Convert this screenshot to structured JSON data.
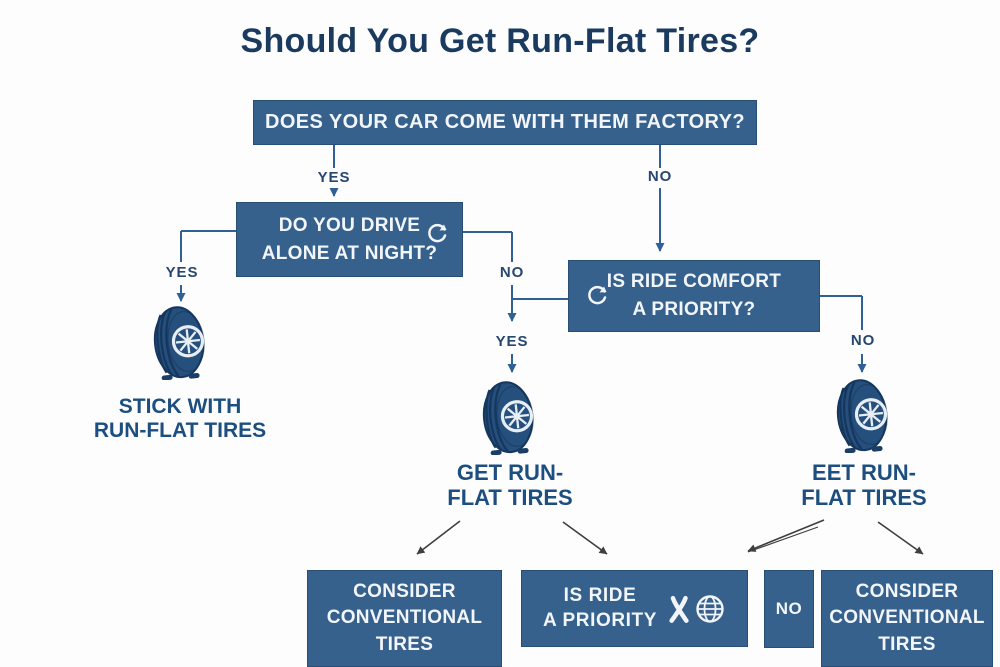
{
  "title": "Should You Get Run-Flat Tires?",
  "colors": {
    "background": "#FDFDFD",
    "box_fill": "#35618C",
    "box_text": "#F2F5F9",
    "title_text": "#1B3A5F",
    "branch_label_text": "#26476F",
    "caption_text": "#1D4E80",
    "connector_line": "#2F6195",
    "diagonal_arrow": "#3F3F3F",
    "tire_body": "#254F7C",
    "tire_detail": "#16375D"
  },
  "icons": {
    "alone_box_icon": "cycle-refresh-icon",
    "comfort_box_icon": "cycle-refresh-icon",
    "outcome_icon": "tire-icon",
    "bottom_priority_icons": [
      "figure-x-icon",
      "globe-icon"
    ]
  },
  "nodes": {
    "root": {
      "label": "DOES YOUR CAR COME WITH THEM FACTORY?"
    },
    "drive_alone": {
      "line1": "DO YOU DRIVE",
      "line2": "ALONE AT NIGHT?"
    },
    "ride_comfort": {
      "line1": "IS RIDE COMFORT",
      "line2": "A PRIORITY?"
    }
  },
  "branch_labels": {
    "root_yes": "YES",
    "root_no": "NO",
    "alone_yes": "YES",
    "alone_no": "NO",
    "mid_yes": "YES",
    "comfort_no": "NO"
  },
  "outcomes": {
    "stick": {
      "line1": "STICK WITH",
      "line2": "RUN-FLAT TIRES"
    },
    "get": {
      "line1": "GET RUN-",
      "line2": "FLAT TIRES"
    },
    "eet": {
      "line1": "EET RUN-",
      "line2": "FLAT TIRES"
    }
  },
  "bottom_row": {
    "consider_left": {
      "line1": "CONSIDER",
      "line2": "CONVENTIONAL",
      "line3": "TIRES"
    },
    "ride_priority": {
      "line1": "IS RIDE",
      "line2": "A PRIORITY"
    },
    "no_box": {
      "label": "NO"
    },
    "consider_right": {
      "line1": "CONSIDER",
      "line2": "CONVENTIONAL",
      "line3": "TIRES"
    }
  }
}
